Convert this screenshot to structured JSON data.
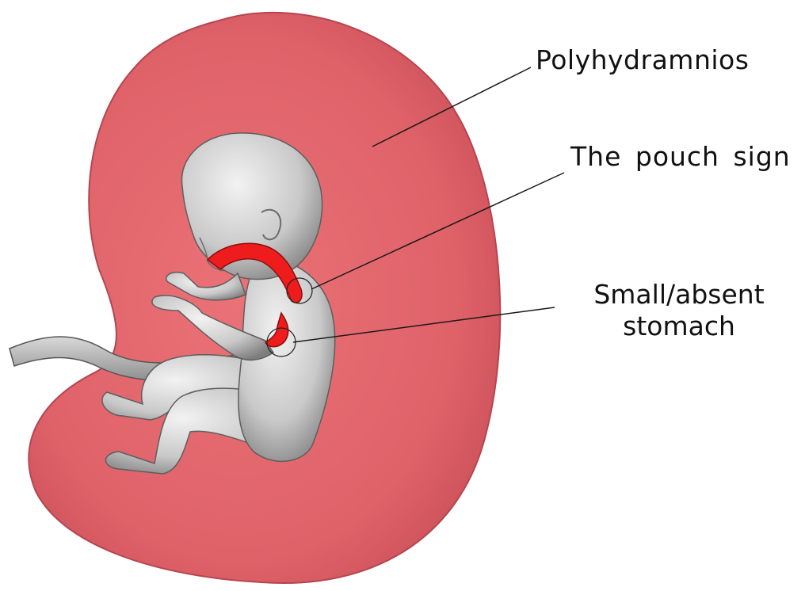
{
  "labels": {
    "polyhydramnios": "Polyhydramnios",
    "pouch_sign": "The pouch sign",
    "stomach_line1": "Small/absent",
    "stomach_line2": "stomach"
  },
  "colors": {
    "amniotic_sac": "#e0666c",
    "amniotic_sac_edge": "#b9454d",
    "fetus_skin": "#d7d7d7",
    "fetus_shadow": "#8a8a8a",
    "esophagus_highlight": "#ee1c1c",
    "leader_lines": "#1a1a1a"
  }
}
